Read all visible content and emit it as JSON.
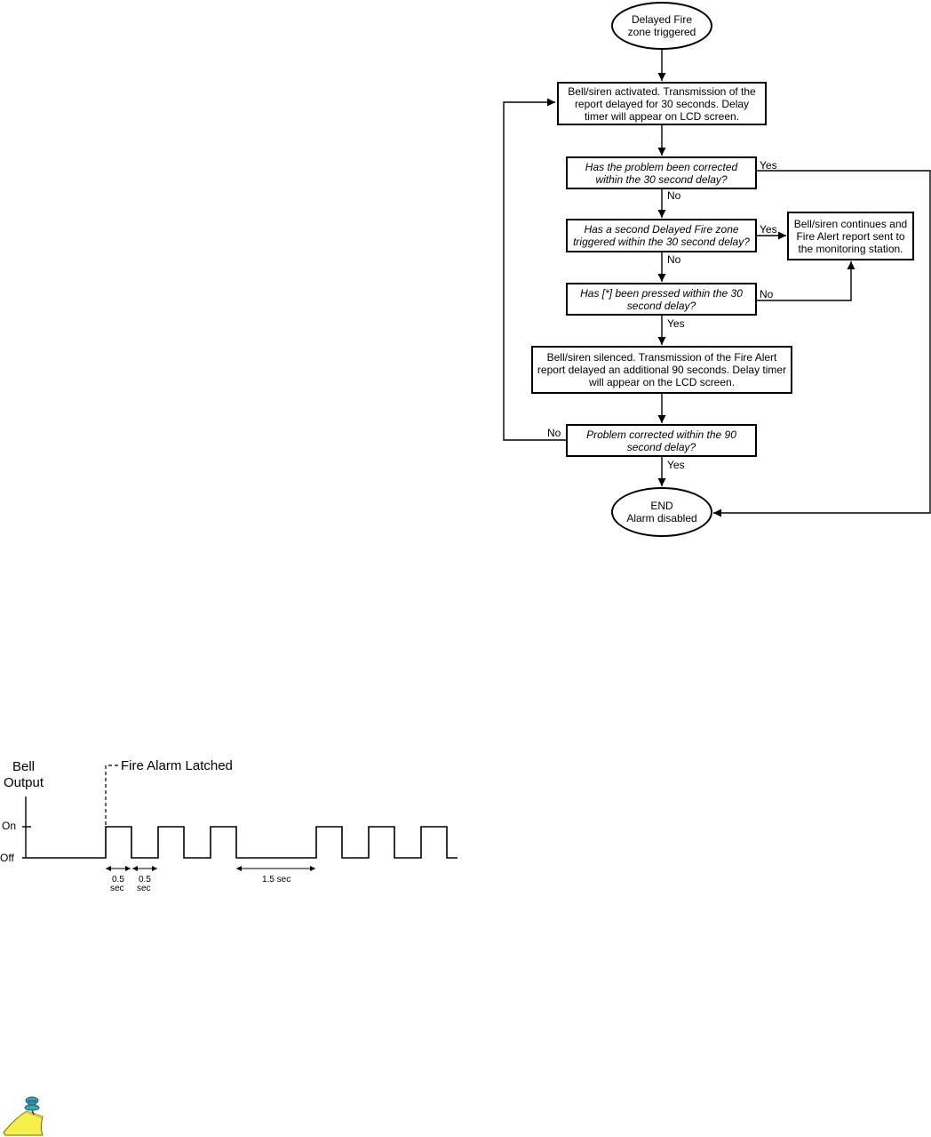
{
  "flowchart": {
    "start": {
      "line1": "Delayed Fire",
      "line2": "zone triggered"
    },
    "step_activated": "Bell/siren activated. Transmission of the report delayed for 30 seconds. Delay timer will appear on LCD screen.",
    "q_corrected_30": "Has the problem been corrected within the 30 second delay?",
    "q_second_zone": "Has a second Delayed Fire zone triggered within the 30 second delay?",
    "q_star_pressed": "Has [*] been pressed within the 30 second delay?",
    "step_silenced": "Bell/siren silenced. Transmission of the Fire Alert report delayed an additional 90 seconds. Delay timer will appear on the LCD screen.",
    "q_corrected_90": "Problem corrected within the 90 second delay?",
    "continues": "Bell/siren continues and Fire Alert report sent to the monitoring station.",
    "end": {
      "line1": "END",
      "line2": "Alarm disabled"
    },
    "labels": {
      "yes_corrected_30": "Yes",
      "no_corrected_30": "No",
      "yes_second_zone": "Yes",
      "no_second_zone": "No",
      "no_star": "No",
      "yes_star": "Yes",
      "no_corrected_90": "No",
      "yes_corrected_90": "Yes"
    }
  },
  "timing": {
    "ylabel_line1": "Bell",
    "ylabel_line2": "Output",
    "on_label": "On",
    "off_label": "Off",
    "latched_label": "Fire Alarm Latched",
    "dim1_value": "0.5",
    "dim1_unit": "sec",
    "dim2_value": "0.5",
    "dim2_unit": "sec",
    "dim3": "1.5 sec"
  },
  "note_icon": "notepad-pushpin-icon"
}
